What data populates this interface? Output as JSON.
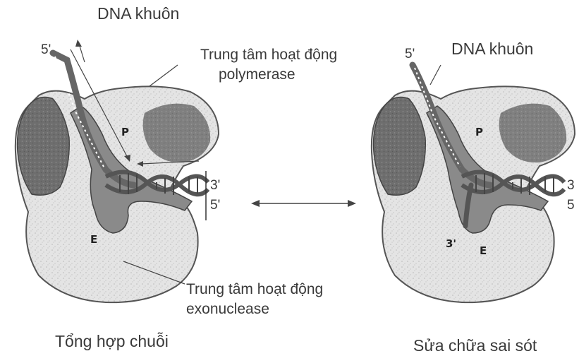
{
  "left_panel": {
    "template_label": "DNA khuôn",
    "strand_5_top": "5'",
    "polymerase_site_label_line1": "Trung tâm hoạt động",
    "polymerase_site_label_line2": "polymerase",
    "site_p": "P",
    "site_e": "E",
    "end_3": "3'",
    "end_5": "5'",
    "exonuclease_site_label_line1": "Trung tâm hoạt động",
    "exonuclease_site_label_line2": "exonuclease",
    "caption": "Tổng hợp chuỗi"
  },
  "right_panel": {
    "template_label": "DNA khuôn",
    "strand_5_top": "5'",
    "site_p": "P",
    "site_e": "E",
    "primer_3": "3'",
    "end_3": "3",
    "end_5": "5",
    "caption": "Sửa chữa sai sót"
  },
  "colors": {
    "light_lobe": "#dcdcdc",
    "dark_lobe": "#7a7a7a",
    "mid_channel": "#8f8f8f",
    "dna": "#555555",
    "outline": "#444444"
  }
}
